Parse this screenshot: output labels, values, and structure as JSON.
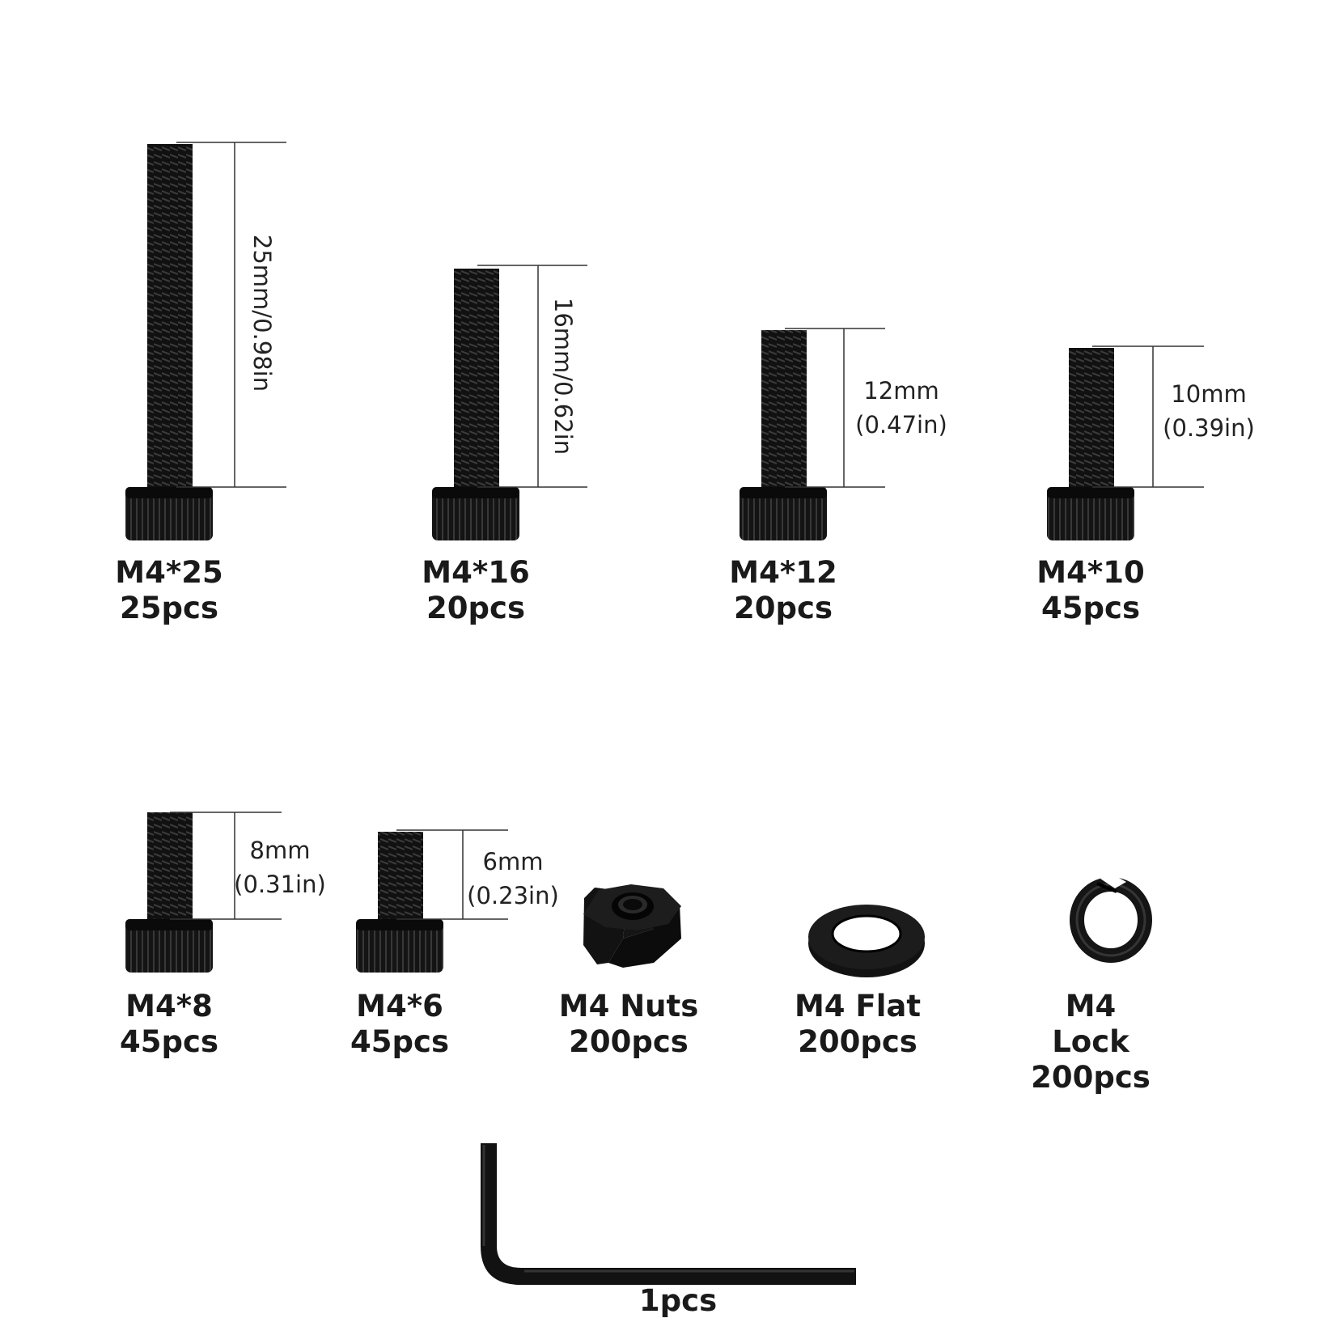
{
  "bolts": [
    {
      "size": "M4*25",
      "qty": "25pcs",
      "dimension": "25mm/0.98in"
    },
    {
      "size": "M4*16",
      "qty": "20pcs",
      "dimension": "16mm/0.62in"
    },
    {
      "size": "M4*12",
      "qty": "20pcs",
      "dim_mm": "12mm",
      "dim_in": "(0.47in)"
    },
    {
      "size": "M4*10",
      "qty": "45pcs",
      "dim_mm": "10mm",
      "dim_in": "(0.39in)"
    },
    {
      "size": "M4*8",
      "qty": "45pcs",
      "dim_mm": "8mm",
      "dim_in": "(0.31in)"
    },
    {
      "size": "M4*6",
      "qty": "45pcs",
      "dim_mm": "6mm",
      "dim_in": "(0.23in)"
    }
  ],
  "nut": {
    "name": "M4 Nuts",
    "qty": "200pcs"
  },
  "flat_washer": {
    "name": "M4 Flat",
    "qty": "200pcs"
  },
  "lock_washer": {
    "line1": "M4",
    "line2": "Lock",
    "qty": "200pcs"
  },
  "hex_key": {
    "qty": "1pcs"
  },
  "colors": {
    "hardware": "#111111",
    "highlight": "#3a3a3a",
    "line": "#333333"
  },
  "icons": [
    "socket-head-bolt-icon",
    "hex-nut-icon",
    "flat-washer-icon",
    "lock-washer-icon",
    "hex-key-icon"
  ]
}
